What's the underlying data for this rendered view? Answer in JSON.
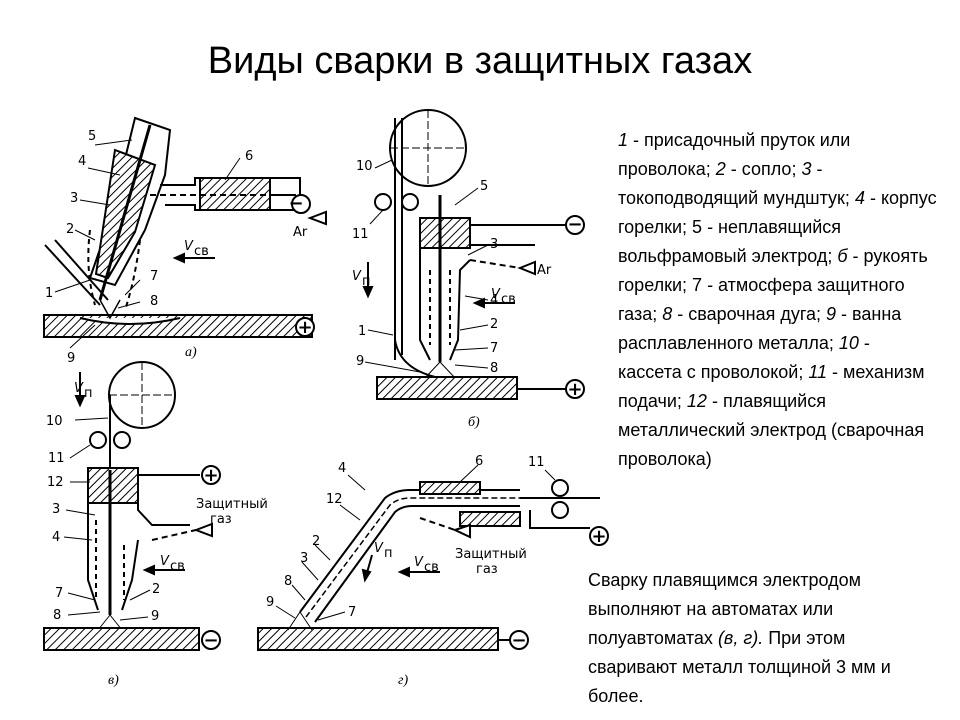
{
  "title": "Виды сварки в защитных газах",
  "legend_items": [
    {
      "num": "1",
      "text": " - присадочный пруток или проволока; "
    },
    {
      "num": "2",
      "text": " - сопло; "
    },
    {
      "num": "3",
      "text": " - токоподводящий мундштук; "
    },
    {
      "num": "4",
      "text": " - корпус горелки; "
    },
    {
      "num": "5",
      "text": " - неплавящийся вольфрамовый электрод; "
    },
    {
      "num": "б",
      "text": " - рукоять горелки; "
    },
    {
      "num": "7",
      "text": " - атмосфера защитного газа; "
    },
    {
      "num": "8",
      "text": " - сварочная дуга; "
    },
    {
      "num": "9",
      "text": " - ванна расплавленного металла; "
    },
    {
      "num": "10",
      "text": " - кассета с проволокой; "
    },
    {
      "num": "11",
      "text": " - механизм подачи; "
    },
    {
      "num": "12",
      "text": " - плавящийся металлический электрод (сварочная проволока)"
    }
  ],
  "note": {
    "before": "Сварку плавящимся электродом выполняют на автоматах или полуавтоматах ",
    "italic": "(в, г).",
    "after": " При этом сваривают металл толщиной 3 мм и более."
  },
  "diagram": {
    "captions": {
      "a": "а)",
      "b": "б)",
      "v": "в)",
      "g": "г)"
    },
    "gas_label": "Ar",
    "speed_label": "V",
    "speed_sub": "св",
    "feed_label": "V",
    "feed_sub": "п",
    "shield_gas_line1": "Защитный",
    "shield_gas_line2": "газ",
    "minus": "−",
    "plus": "+"
  }
}
